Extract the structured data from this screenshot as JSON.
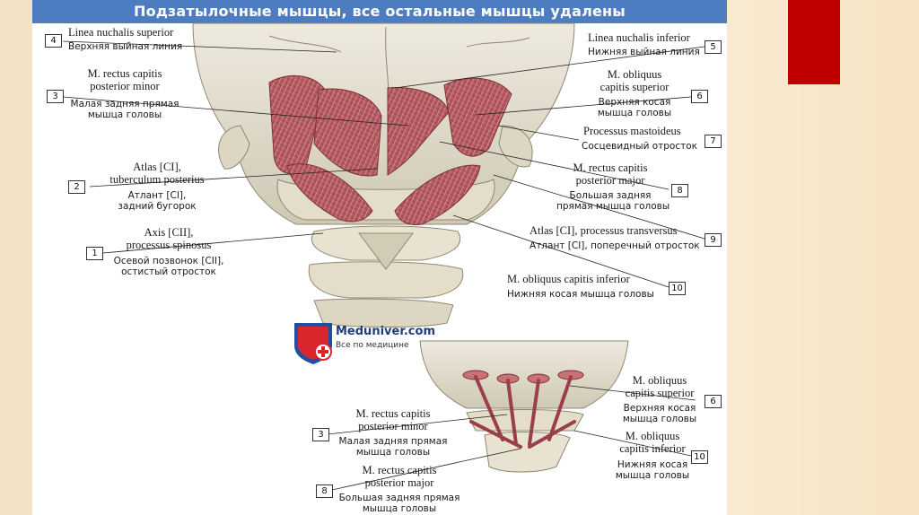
{
  "title": "Подзатылочные мышцы, все остальные мышцы удалены",
  "logo": {
    "name": "Meduniver.com",
    "tagline": "Все по медицине"
  },
  "labels": {
    "l4": {
      "num": "4",
      "latin": "Linea nuchalis superior",
      "russian": "Верхняя выйная линия"
    },
    "l3": {
      "num": "3",
      "latin1": "M. rectus capitis",
      "latin2": "posterior minor",
      "russian1": "Малая задняя прямая",
      "russian2": "мышца головы"
    },
    "l2": {
      "num": "2",
      "latin1": "Atlas [CI],",
      "latin2": "tuberculum posterius",
      "russian1": "Атлант [CI],",
      "russian2": "задний бугорок"
    },
    "l1": {
      "num": "1",
      "latin1": "Axis [CII],",
      "latin2": "processus spinosus",
      "russian1": "Осевой позвонок [CII],",
      "russian2": "остистый отросток"
    },
    "l5": {
      "num": "5",
      "latin": "Linea nuchalis inferior",
      "russian": "Нижняя выйная линия"
    },
    "l6": {
      "num": "6",
      "latin1": "M. obliquus",
      "latin2": "capitis superior",
      "russian1": "Верхняя косая",
      "russian2": "мышца головы"
    },
    "l7": {
      "num": "7",
      "latin": "Processus mastoideus",
      "russian": "Сосцевидный отросток"
    },
    "l8": {
      "num": "8",
      "latin1": "M. rectus capitis",
      "latin2": "posterior major",
      "russian1": "Большая задняя",
      "russian2": "прямая мышца головы"
    },
    "l9": {
      "num": "9",
      "latin": "Atlas [CI], processus transversus",
      "russian": "Атлант [CI], поперечный отросток"
    },
    "l10": {
      "num": "10",
      "latin": "M. obliquus capitis inferior",
      "russian": "Нижняя косая мышца головы"
    }
  },
  "inset_labels": {
    "i3": {
      "num": "3",
      "latin1": "M. rectus capitis",
      "latin2": "posterior minor",
      "russian1": "Малая задняя прямая",
      "russian2": "мышца головы"
    },
    "i8": {
      "num": "8",
      "latin1": "M. rectus capitis",
      "latin2": "posterior major",
      "russian1": "Большая задняя прямая",
      "russian2": "мышца головы"
    },
    "i6": {
      "num": "6",
      "latin1": "M. obliquus",
      "latin2": "capitis superior",
      "russian1": "Верхняя косая",
      "russian2": "мышца головы"
    },
    "i10": {
      "num": "10",
      "latin1": "M. obliquus",
      "latin2": "capitis inferior",
      "russian1": "Нижняя косая",
      "russian2": "мышца головы"
    }
  },
  "colors": {
    "title_bar": "#4e7cc1",
    "accent": "#c00000",
    "muscle": "#b5555a",
    "bone": "#e6e0cf"
  }
}
